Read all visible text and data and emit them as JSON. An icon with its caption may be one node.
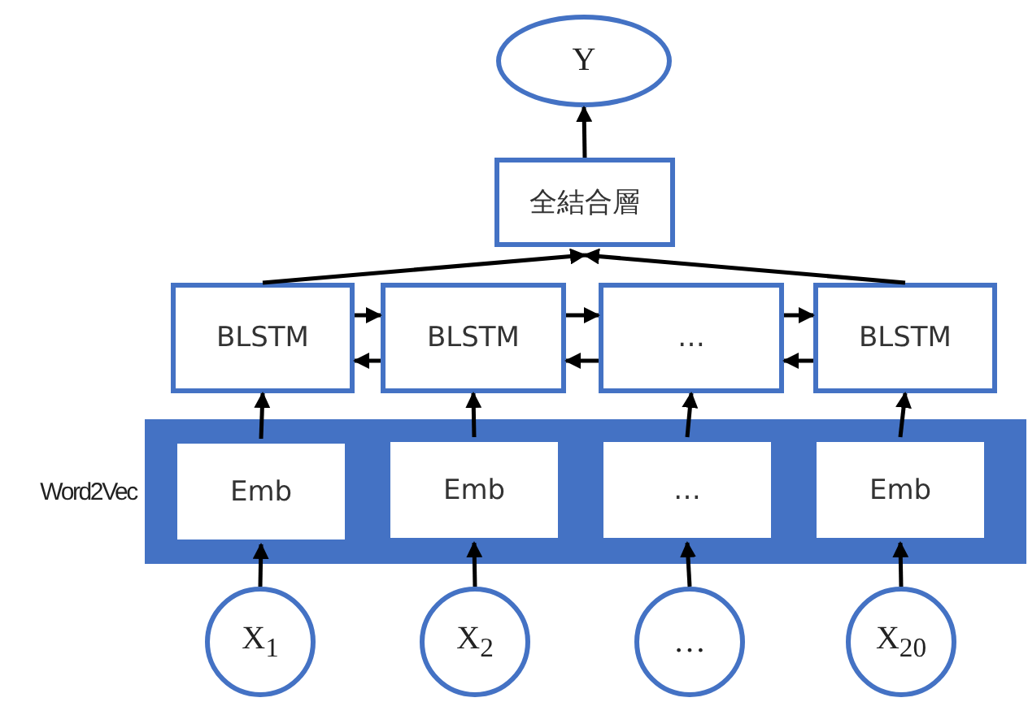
{
  "diagram": {
    "nodes": [
      {
        "text": [
          "Y"
        ]
      },
      {
        "text": [
          "全結合層"
        ]
      },
      {
        "text": [
          "BLSTM"
        ]
      },
      {
        "text": [
          "BLSTM"
        ]
      },
      {
        "text": [
          "…"
        ]
      },
      {
        "text": [
          "BLSTM"
        ]
      },
      {
        "text": [
          "Word2Vec"
        ]
      },
      {
        "text": [
          "Emb"
        ],
        "in": 6
      },
      {
        "text": [
          "Emb"
        ],
        "in": 6
      },
      {
        "text": [
          "…"
        ],
        "in": 6
      },
      {
        "text": [
          "Emb"
        ],
        "in": 6
      },
      {
        "text": [
          "X$_{1}$"
        ]
      },
      {
        "text": [
          "X$_{2}$"
        ]
      },
      {
        "text": [
          "…"
        ]
      },
      {
        "text": [
          "X$_{20}$"
        ]
      }
    ],
    "edges": [
      {
        "from": 1,
        "to": 0,
        "arrow": "to"
      },
      {
        "from": 2,
        "to": 1,
        "arrow": "to"
      },
      {
        "from": 5,
        "to": 1,
        "arrow": "to"
      },
      {
        "from": 2,
        "to": 3,
        "arrow": "to"
      },
      {
        "from": 3,
        "to": 4,
        "arrow": "to"
      },
      {
        "from": 4,
        "to": 5,
        "arrow": "to"
      },
      {
        "from": 3,
        "to": 2,
        "arrow": "to"
      },
      {
        "from": 4,
        "to": 3,
        "arrow": "to"
      },
      {
        "from": 5,
        "to": 4,
        "arrow": "to"
      },
      {
        "from": 7,
        "to": 2,
        "arrow": "to"
      },
      {
        "from": 8,
        "to": 3,
        "arrow": "to"
      },
      {
        "from": 9,
        "to": 4,
        "arrow": "to"
      },
      {
        "from": 10,
        "to": 5,
        "arrow": "to"
      },
      {
        "from": 11,
        "to": 7,
        "arrow": "to"
      },
      {
        "from": 12,
        "to": 8,
        "arrow": "to"
      },
      {
        "from": 13,
        "to": 9,
        "arrow": "to"
      },
      {
        "from": 14,
        "to": 10,
        "arrow": "to"
      }
    ]
  }
}
